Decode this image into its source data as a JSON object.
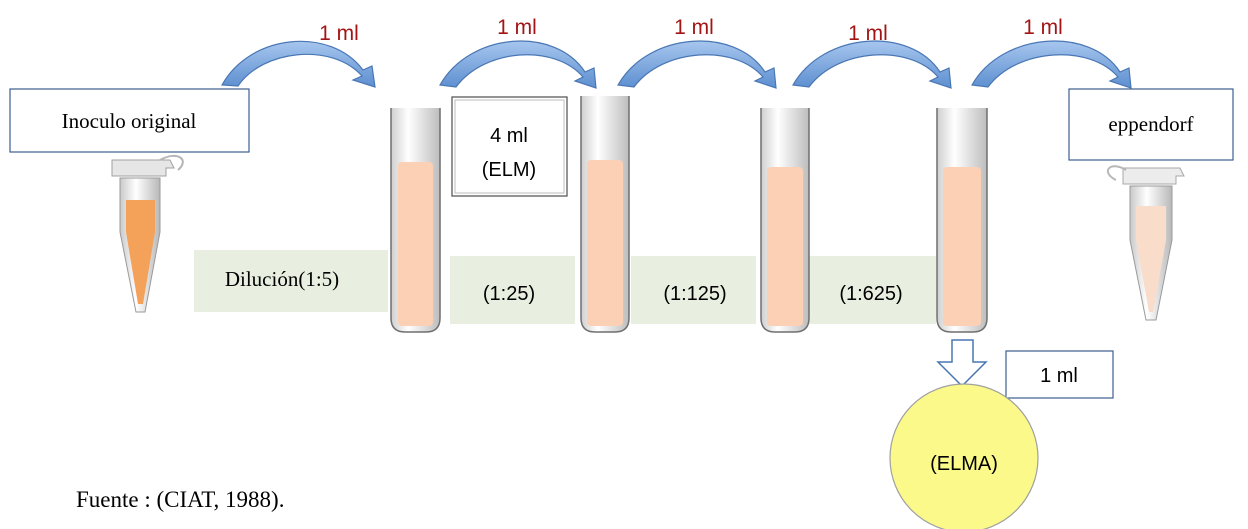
{
  "transfer_label": "1 ml",
  "transfers": [
    "1 ml",
    "1 ml",
    "1 ml",
    "1 ml",
    "1 ml"
  ],
  "inoculo_label": "Inoculo original",
  "eppendorf_label": "eppendorf",
  "elm_line1": "4 ml",
  "elm_line2": "(ELM)",
  "dilutions": [
    "Dilución(1:5)",
    "(1:25)",
    "(1:125)",
    "(1:625)"
  ],
  "output_volume": "1 ml",
  "elma_label": "(ELMA)",
  "source_caption": "Fuente : (CIAT, 1988).",
  "colors": {
    "transfer_text": "#a31515",
    "liquid": "#fcd0b4",
    "tube_border": "#6f6f6f",
    "dilution_bg": "#e9efe0",
    "elma_fill": "#fbf98a",
    "arrow_fill": "#6f9fd8",
    "arrow_stroke": "#4a77b4",
    "inoculo_liquid": "#f4a15a",
    "eppendorf_liquid": "#f9dcca"
  }
}
